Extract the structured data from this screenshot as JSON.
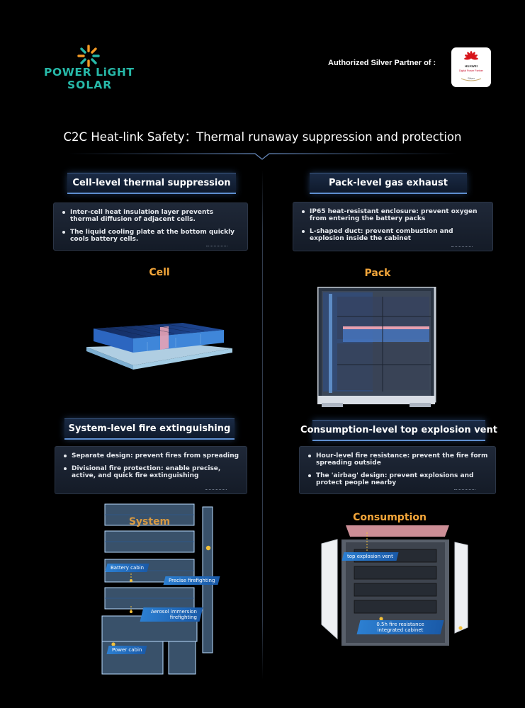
{
  "brand": {
    "logo_line1": "POWER LiGHT",
    "logo_line2": "SOLAR",
    "colors": {
      "teal": "#27b9a9",
      "orange": "#f3a63a",
      "blue": "#5f8fd0"
    }
  },
  "partner": {
    "text": "Authorized Silver Partner of :",
    "badge_brand": "HUAWEI",
    "badge_sub": "Digital Power Partner",
    "badge_tier": "Silver"
  },
  "page": {
    "title": "C2C Heat-link Safety：Thermal runaway suppression and protection"
  },
  "sections": {
    "cell": {
      "heading": "Cell-level thermal suppression",
      "bullets": [
        "Inter-cell heat insulation layer prevents thermal diffusion of adjacent cells.",
        "The liquid cooling plate at the bottom quickly cools battery cells."
      ],
      "label": "Cell"
    },
    "pack": {
      "heading": "Pack-level gas exhaust",
      "bullets": [
        "IP65 heat-resistant enclosure: prevent oxygen from entering the battery packs",
        "L-shaped duct: prevent combustion and explosion inside the cabinet"
      ],
      "label": "Pack"
    },
    "system": {
      "heading": "System-level fire extinguishing",
      "bullets": [
        "Separate design: prevent fires from spreading",
        "Divisional fire protection: enable precise, active, and quick fire extinguishing"
      ],
      "label": "System",
      "callouts": {
        "battery_cabin": "Battery cabin",
        "precise": "Precise firefighting",
        "aerosol": "Aerosol immersion firefighting",
        "power_cabin": "Power cabin"
      }
    },
    "consumption": {
      "heading": "Consumption-level top explosion vent",
      "bullets": [
        "Hour-level fire resistance: prevent the fire form spreading outside",
        "The 'airbag' design: prevent explosions and protect people nearby"
      ],
      "label": "Consumption",
      "callouts": {
        "top_vent": "top explosion vent",
        "fire_resist": "0.5h fire resistance integrated cabinet"
      }
    }
  },
  "icons": [
    "sun-logo-icon",
    "huawei-petal-icon"
  ]
}
